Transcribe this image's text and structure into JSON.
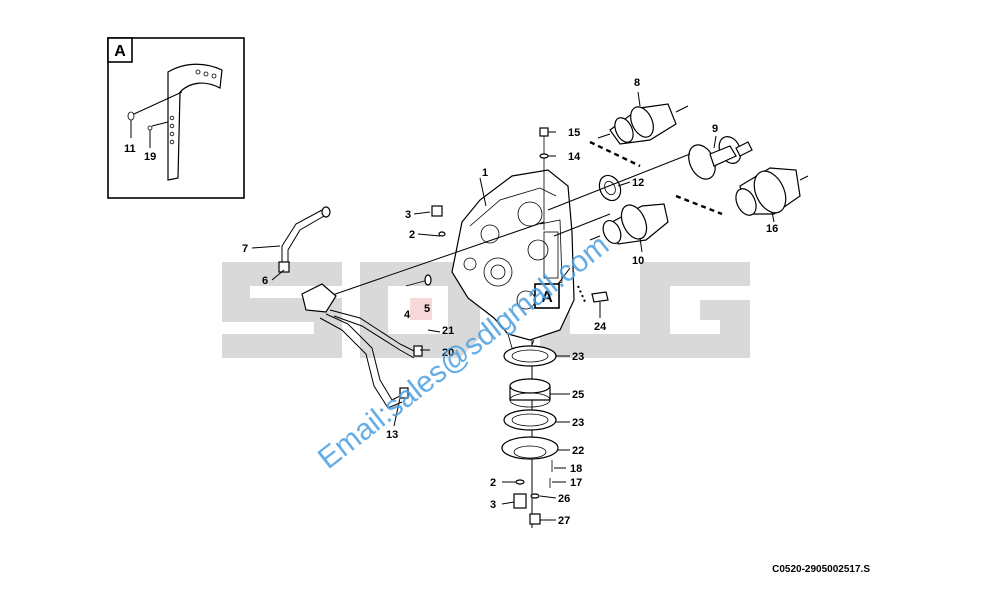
{
  "diagram": {
    "inset_label": "A",
    "callout_label": "A",
    "drawing_code": "C0520-2905002517.S",
    "watermark_logo": "SDLG",
    "watermark_email": "Email:sales@sdlgmall.com",
    "part_labels": {
      "p1": "1",
      "p2a": "2",
      "p2b": "2",
      "p3a": "3",
      "p3b": "3",
      "p4": "4",
      "p5": "5",
      "p6": "6",
      "p7": "7",
      "p8": "8",
      "p9": "9",
      "p10": "10",
      "p11": "11",
      "p12": "12",
      "p13": "13",
      "p14": "14",
      "p15": "15",
      "p16": "16",
      "p17": "17",
      "p18": "18",
      "p19": "19",
      "p20": "20",
      "p21": "21",
      "p22": "22",
      "p23a": "23",
      "p23b": "23",
      "p24": "24",
      "p25": "25",
      "p26": "26",
      "p27": "27"
    }
  },
  "colors": {
    "ink": "#000000",
    "watermark_gray": "#d9d9d9",
    "watermark_blue": "#4a9fe0"
  }
}
